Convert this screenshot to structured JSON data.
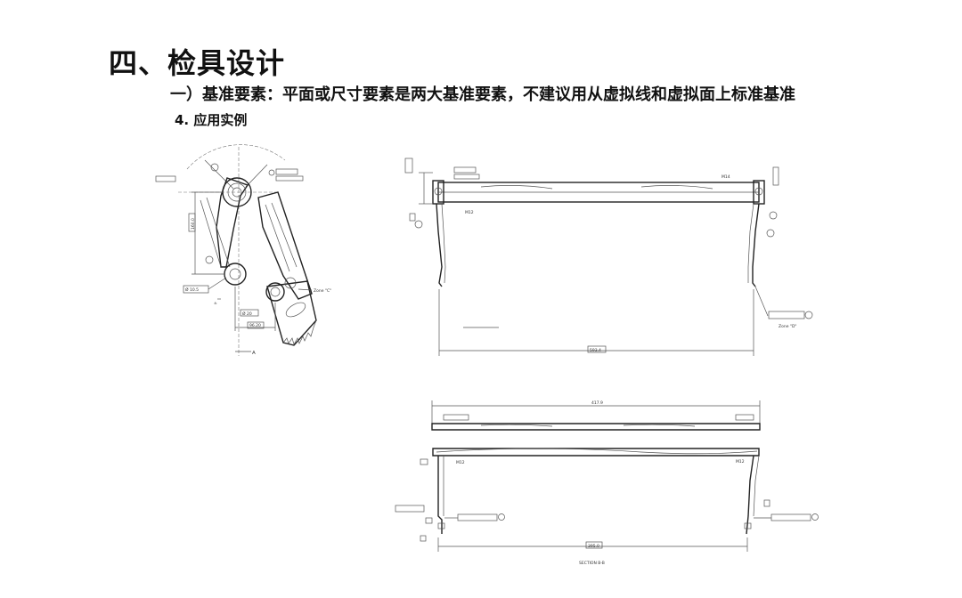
{
  "title": "四、检具设计",
  "subtitle": "一）基准要素：平面或尺寸要素是两大基准要素，不建议用从虚拟线和虚拟面上标准基准",
  "section": "4. 应用实例",
  "drawing_left": {
    "dim_top": "160.0",
    "dim_dia_left": "Ø 10.5",
    "dim_dia_bottom": "Ø 20",
    "dim_bottom": "96.20",
    "zone_label": "Zone \"C\"",
    "datum_a": "A"
  },
  "drawing_top_right": {
    "dim_width": "593.4",
    "zone_label": "Zone \"D\"",
    "label_left_hole": "M12",
    "label_right_hole": "M14"
  },
  "drawing_bottom_right": {
    "dim_overall": "417.9",
    "dim_bottom": "395.0",
    "section_label": "SECTION B-B",
    "label_left": "M12",
    "label_right": "M12"
  }
}
